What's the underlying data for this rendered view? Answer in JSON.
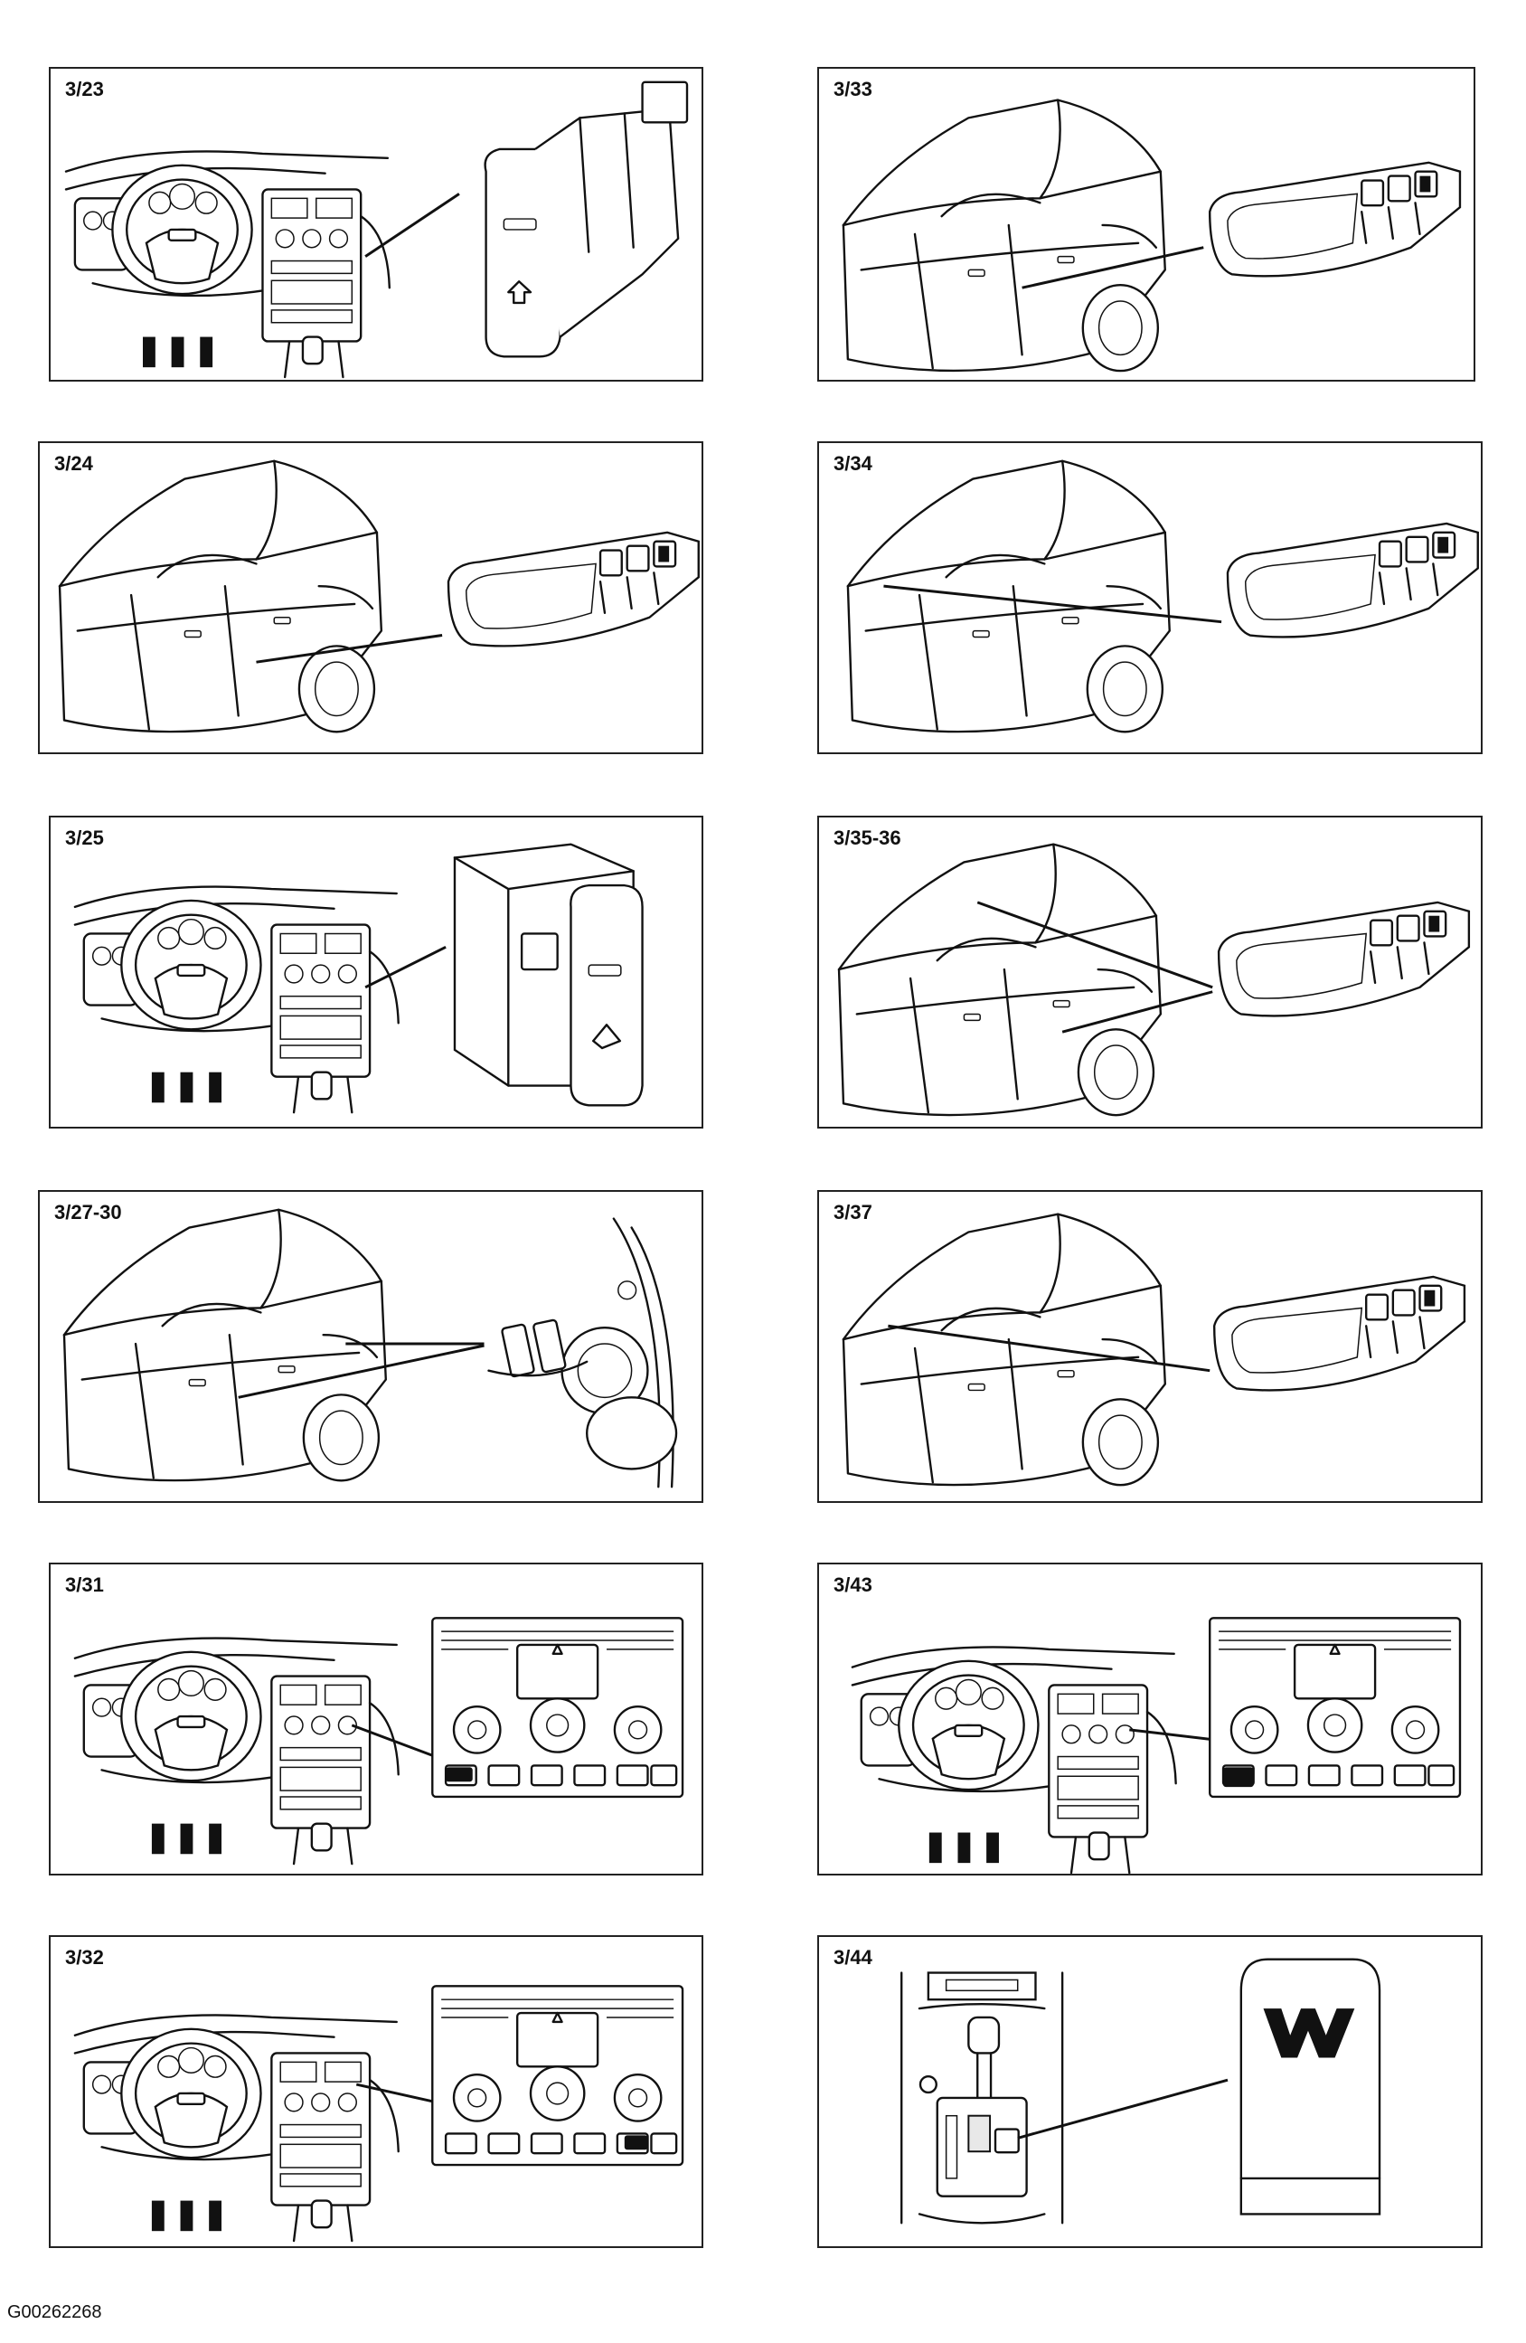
{
  "panels": [
    {
      "id": "p1",
      "label": "3/23"
    },
    {
      "id": "p2",
      "label": "3/33"
    },
    {
      "id": "p3",
      "label": "3/24"
    },
    {
      "id": "p4",
      "label": "3/34"
    },
    {
      "id": "p5",
      "label": "3/25"
    },
    {
      "id": "p6",
      "label": "3/35-36"
    },
    {
      "id": "p7",
      "label": "3/27-30"
    },
    {
      "id": "p8",
      "label": "3/37"
    },
    {
      "id": "p9",
      "label": "3/31"
    },
    {
      "id": "p10",
      "label": "3/43"
    },
    {
      "id": "p11",
      "label": "3/32"
    },
    {
      "id": "p12",
      "label": "3/44"
    }
  ],
  "footer": {
    "code": "G00262268"
  }
}
